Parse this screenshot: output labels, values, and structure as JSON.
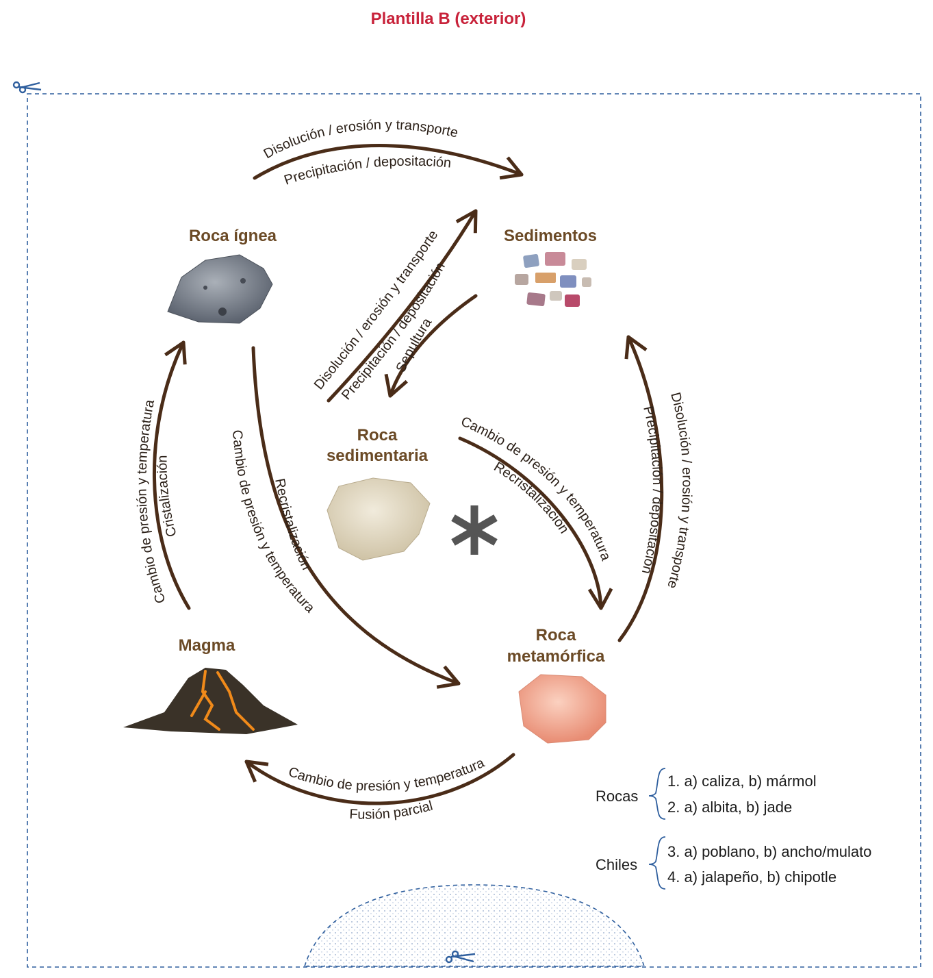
{
  "title": "Plantilla B (exterior)",
  "nodes": {
    "ignea": "Roca ígnea",
    "sedimentos": "Sedimentos",
    "sedimentaria_1": "Roca",
    "sedimentaria_2": "sedimentaria",
    "metamorfica_1": "Roca",
    "metamorfica_2": "metamórfica",
    "magma": "Magma"
  },
  "arrows": {
    "top_a": "Disolución / erosión y transporte",
    "top_b": "Precipitación / depositación",
    "mid_a": "Disolución / erosión y transporte",
    "mid_b": "Precipitación / depositación",
    "sepultura": "Sepultura",
    "left_a": "Cambio de presión y temperatura",
    "left_b": "Cristalización",
    "center_a": "Cambio de presión y temperatura",
    "center_b": "Recristalización",
    "sm_a": "Cambio de presión y temperatura",
    "sm_b": "Recristalización",
    "right_a": "Disolución / erosión y transporte",
    "right_b": "Precipitación / depositación",
    "bottom_a": "Cambio de presión y temperatura",
    "bottom_b": "Fusión parcial"
  },
  "key": {
    "rocas_label": "Rocas",
    "rocas_1": "1. a) caliza, b) mármol",
    "rocas_2": "2. a) albita, b) jade",
    "chiles_label": "Chiles",
    "chiles_3": "3. a) poblano, b) ancho/mulato",
    "chiles_4": "4. a) jalapeño, b) chipotle"
  },
  "colors": {
    "title": "#c8223a",
    "node": "#6b4a26",
    "arrow": "#4a2c18",
    "cut_line": "#2f5f9e"
  },
  "icons": [
    "scissors-icon",
    "asterisk-icon"
  ]
}
